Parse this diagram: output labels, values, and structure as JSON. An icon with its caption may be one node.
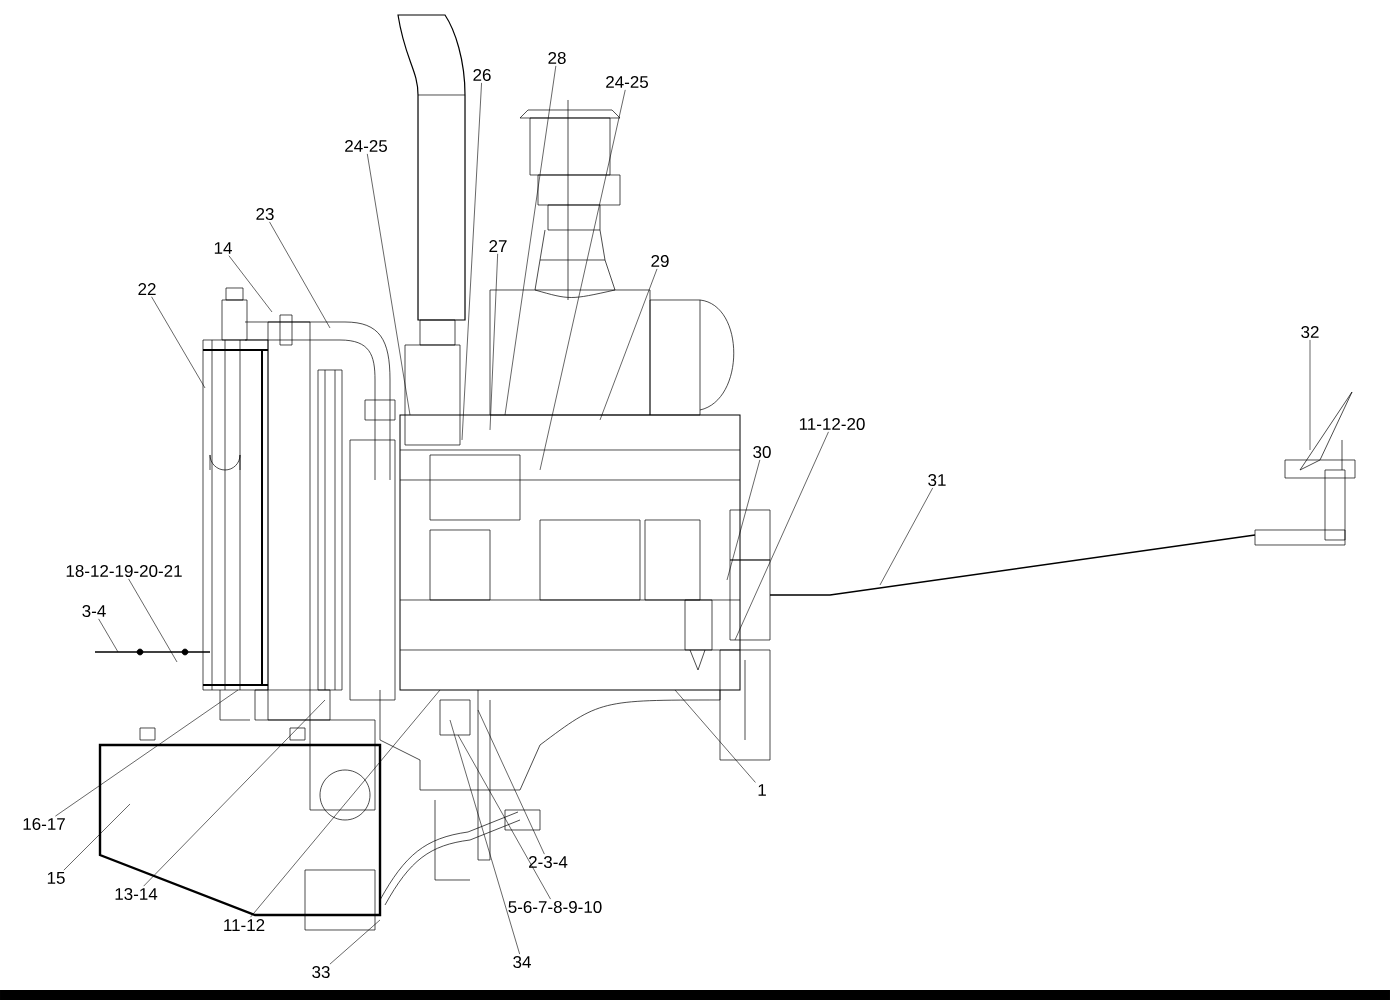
{
  "diagram": {
    "nodes": [
      {
        "text": [
          "26"
        ]
      },
      {
        "text": [
          "28"
        ]
      },
      {
        "text": [
          "24-25"
        ]
      },
      {
        "text": [
          "24-25"
        ]
      },
      {
        "text": [
          "23"
        ]
      },
      {
        "text": [
          "14"
        ]
      },
      {
        "text": [
          "22"
        ]
      },
      {
        "text": [
          "27"
        ]
      },
      {
        "text": [
          "29"
        ]
      },
      {
        "text": [
          "30"
        ]
      },
      {
        "text": [
          "11-12-20"
        ]
      },
      {
        "text": [
          "31"
        ]
      },
      {
        "text": [
          "32"
        ]
      },
      {
        "text": [
          "18-12-19-20-21"
        ]
      },
      {
        "text": [
          "3-4"
        ]
      },
      {
        "text": [
          "1"
        ]
      },
      {
        "text": [
          "16-17"
        ]
      },
      {
        "text": [
          "15"
        ]
      },
      {
        "text": [
          "13-14"
        ]
      },
      {
        "text": [
          "11-12"
        ]
      },
      {
        "text": [
          "33"
        ]
      },
      {
        "text": [
          "2-3-4"
        ]
      },
      {
        "text": [
          "5-6-7-8-9-10"
        ]
      },
      {
        "text": [
          "34"
        ]
      }
    ],
    "edges": [
      {
        "from": 0,
        "to": null,
        "arrow": "none"
      },
      {
        "from": 1,
        "to": null,
        "arrow": "none"
      },
      {
        "from": 2,
        "to": null,
        "arrow": "none"
      },
      {
        "from": 3,
        "to": null,
        "arrow": "none"
      },
      {
        "from": 4,
        "to": null,
        "arrow": "none"
      },
      {
        "from": 5,
        "to": null,
        "arrow": "none"
      },
      {
        "from": 6,
        "to": null,
        "arrow": "none"
      },
      {
        "from": 7,
        "to": null,
        "arrow": "none"
      },
      {
        "from": 8,
        "to": null,
        "arrow": "none"
      },
      {
        "from": 9,
        "to": null,
        "arrow": "none"
      },
      {
        "from": 10,
        "to": null,
        "arrow": "none"
      },
      {
        "from": 11,
        "to": null,
        "arrow": "none"
      },
      {
        "from": 12,
        "to": null,
        "arrow": "none"
      },
      {
        "from": 13,
        "to": null,
        "arrow": "none"
      },
      {
        "from": 14,
        "to": null,
        "arrow": "none"
      },
      {
        "from": 15,
        "to": null,
        "arrow": "none"
      },
      {
        "from": 16,
        "to": null,
        "arrow": "none"
      },
      {
        "from": 17,
        "to": null,
        "arrow": "none"
      },
      {
        "from": 18,
        "to": null,
        "arrow": "none"
      },
      {
        "from": 19,
        "to": null,
        "arrow": "none"
      },
      {
        "from": 20,
        "to": null,
        "arrow": "none"
      },
      {
        "from": 21,
        "to": null,
        "arrow": "none"
      },
      {
        "from": 22,
        "to": null,
        "arrow": "none"
      },
      {
        "from": 23,
        "to": null,
        "arrow": "none"
      }
    ]
  }
}
